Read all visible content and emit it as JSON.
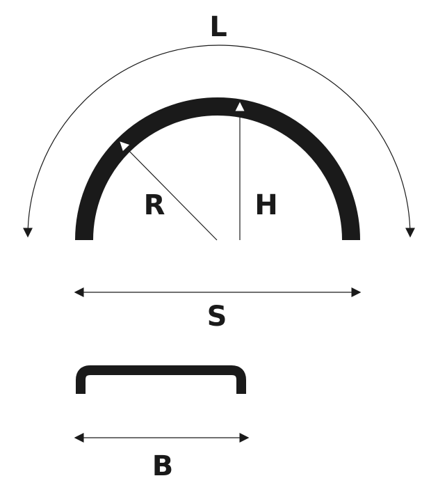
{
  "labels": {
    "length": "L",
    "radius": "R",
    "height": "H",
    "span": "S",
    "width": "B"
  },
  "colors": {
    "stroke": "#1a1a1a",
    "background": "#ffffff"
  }
}
